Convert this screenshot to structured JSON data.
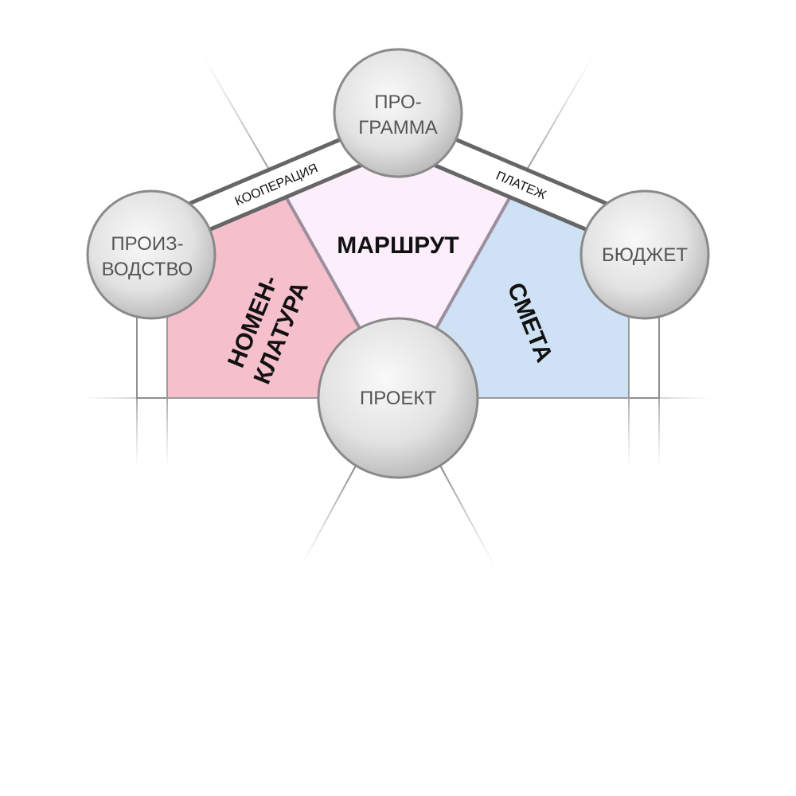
{
  "colors": {
    "nomenclature_fill": "#f6bfcc",
    "route_fill": "#fdeefc",
    "estimate_fill": "#cfe1f4",
    "outline": "#888888",
    "band_stroke": "#666666",
    "node_light": "#f6f6f6",
    "node_dark": "#c6c6c6",
    "node_stroke": "#8a8a8a"
  },
  "nodes": {
    "program": {
      "line1": "ПРО-",
      "line2": "ГРАММА"
    },
    "production": {
      "line1": "ПРОИЗ-",
      "line2": "ВОДСТВО"
    },
    "budget": {
      "line1": "БЮДЖЕТ"
    },
    "project": {
      "line1": "ПРОЕКТ"
    }
  },
  "regions": {
    "nomenclature": {
      "line1": "НОМЕН-",
      "line2": "КЛАТУРА"
    },
    "route": {
      "line1": "МАРШРУТ"
    },
    "estimate": {
      "line1": "СМЕТА"
    }
  },
  "links": {
    "cooperation": "КООПЕРАЦИЯ",
    "payment": "ПЛАТЕЖ"
  }
}
